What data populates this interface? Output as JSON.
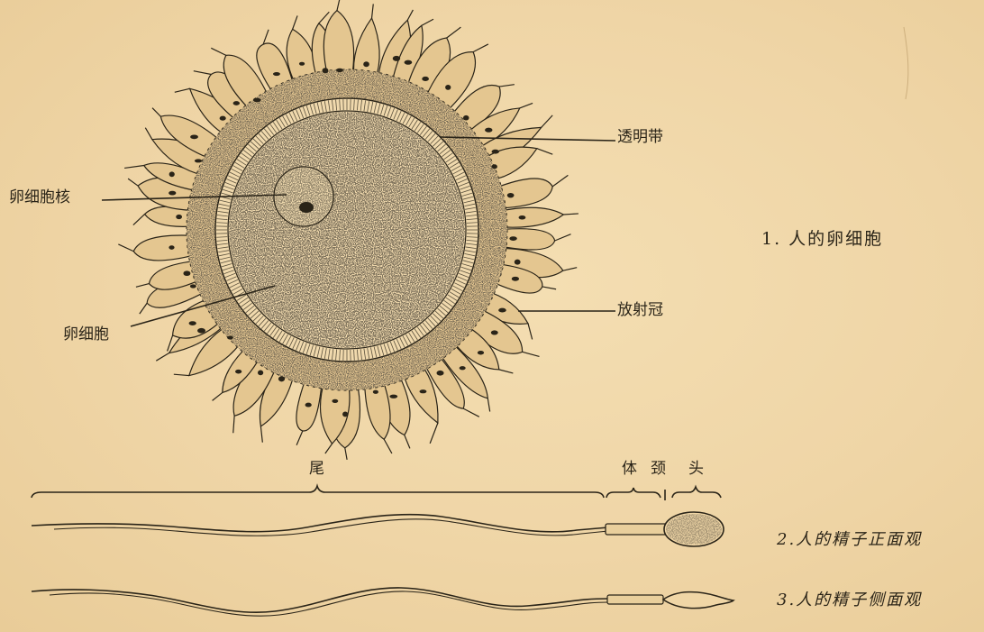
{
  "egg_figure": {
    "labels": {
      "zona_pellucida": "透明带",
      "oocyte_nucleus": "卵细胞核",
      "corona_radiata": "放射冠",
      "oocyte": "卵细胞"
    },
    "caption": "1.  人的卵细胞"
  },
  "sperm_figure": {
    "parts": {
      "tail": "尾",
      "body": "体",
      "neck": "颈",
      "head": "头"
    },
    "caption_front": "2.人的精子正面观",
    "caption_side": "3.人的精子侧面观"
  },
  "colors": {
    "paper": "#efd6a8",
    "ink": "#2a2418"
  }
}
